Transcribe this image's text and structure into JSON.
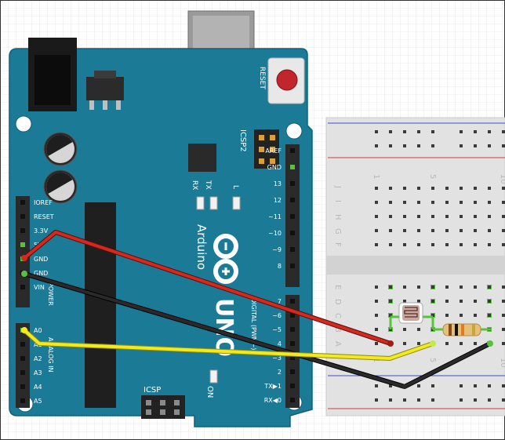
{
  "arduino": {
    "brand": "Arduino",
    "model": "UNO",
    "reset_label": "RESET",
    "icsp2_label": "ICSP2",
    "icsp_label": "ICSP",
    "led_rx_label": "RX",
    "led_tx_label": "TX",
    "led_l_label": "L",
    "on_label": "ON",
    "digital_label": "DIGITAL (PWM~)",
    "power_label": "POWER",
    "analog_label": "ANALOG IN",
    "power_pins": [
      "IOREF",
      "RESET",
      "3.3V",
      "5V",
      "GND",
      "GND",
      "VIN"
    ],
    "analog_pins": [
      "A0",
      "A1",
      "A2",
      "A3",
      "A4",
      "A5"
    ],
    "digital_pins_top": [
      "AREF",
      "GND",
      "13",
      "12",
      "~11",
      "~10",
      "~9",
      "8"
    ],
    "digital_pins_bottom": [
      "7",
      "~6",
      "~5",
      "4",
      "~3",
      "2",
      "TX▶1",
      "RX◀0"
    ]
  },
  "breadboard": {
    "row_letters": [
      "J",
      "I",
      "H",
      "G",
      "F",
      "E",
      "D",
      "C",
      "B",
      "A"
    ],
    "column_numbers": [
      "1",
      "5",
      "10"
    ]
  },
  "components": {
    "photoresistor": "photoresistor",
    "resistor": "resistor"
  },
  "wires": [
    {
      "name": "5V to photoresistor",
      "color": "#d42a1e"
    },
    {
      "name": "GND to resistor",
      "color": "#222222"
    },
    {
      "name": "A0 to junction",
      "color": "#f2ea1d"
    }
  ],
  "colors": {
    "board": "#1b7a96",
    "board_edge": "#0f5f78",
    "header": "#2a2a2a",
    "breadboard": "#e2e2e2",
    "rail_red": "#d23a3a",
    "rail_blue": "#3a4fc2"
  }
}
